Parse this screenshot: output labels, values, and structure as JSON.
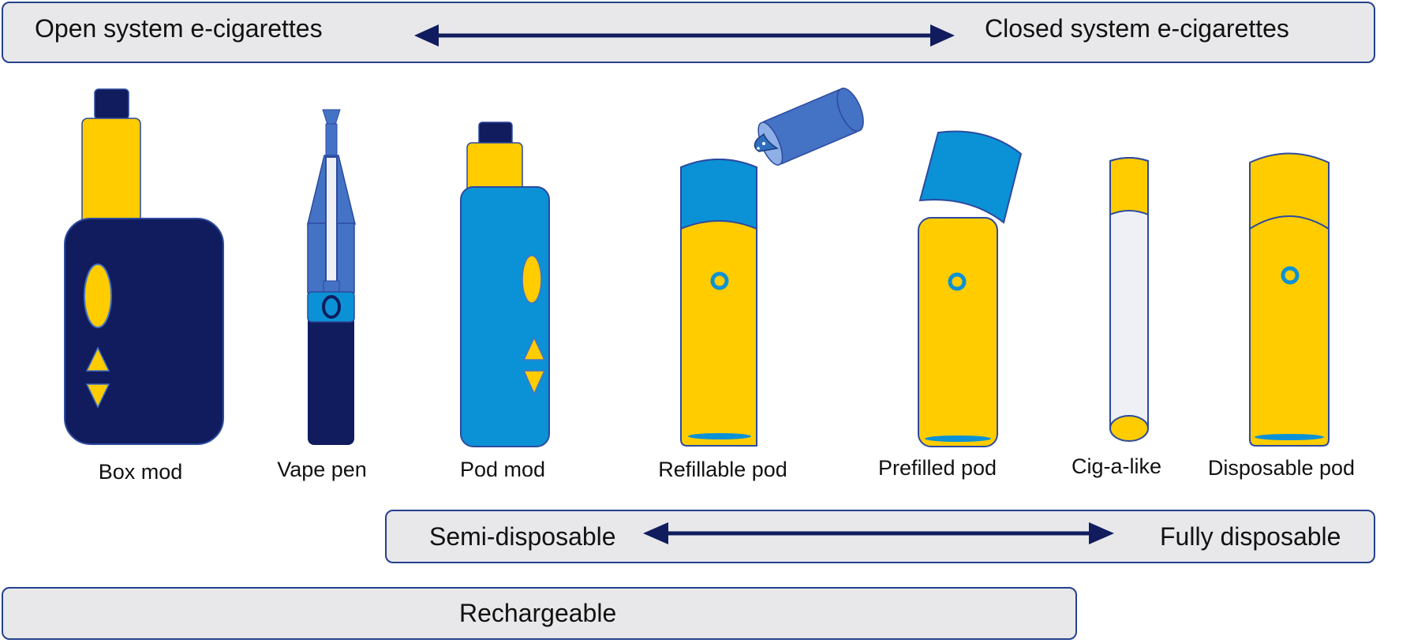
{
  "top_band": {
    "left_label": "Open system e-cigarettes",
    "right_label": "Closed system e-cigarettes"
  },
  "devices": [
    {
      "label": "Box mod",
      "icon": "box-mod-icon"
    },
    {
      "label": "Vape pen",
      "icon": "vape-pen-icon"
    },
    {
      "label": "Pod mod",
      "icon": "pod-mod-icon"
    },
    {
      "label": "Refillable pod",
      "icon": "refillable-pod-icon"
    },
    {
      "label": "Prefilled pod",
      "icon": "prefilled-pod-icon"
    },
    {
      "label": "Cig-a-like",
      "icon": "cig-a-like-icon"
    },
    {
      "label": "Disposable pod",
      "icon": "disposable-pod-icon"
    }
  ],
  "middle_band": {
    "left_label": "Semi-disposable",
    "right_label": "Fully disposable"
  },
  "bottom_band": {
    "label": "Rechargeable"
  },
  "colors": {
    "navy": "#101c5e",
    "yellow": "#ffcc00",
    "light_blue": "#0b92d6",
    "mid_blue": "#4472c4",
    "band_fill": "#e8e8ea",
    "band_border": "#25418e"
  }
}
